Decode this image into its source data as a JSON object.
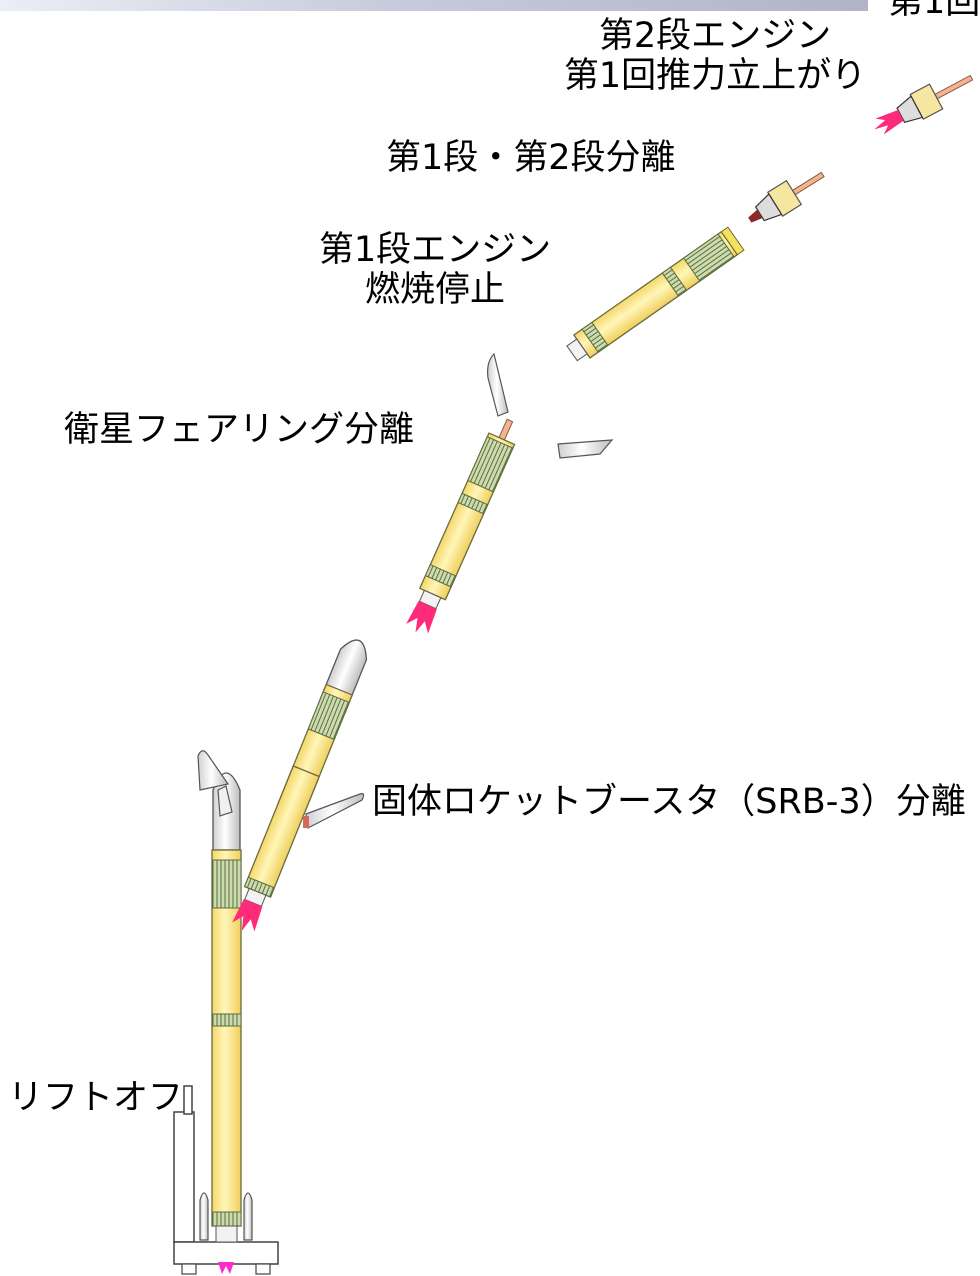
{
  "stages": {
    "clipped_top": "第1回",
    "second_stage_ignition": [
      "第2段エンジン",
      "第1回推力立上がり"
    ],
    "stage_separation": "第1段・第2段分離",
    "first_stage_cutoff": [
      "第1段エンジン",
      "燃焼停止"
    ],
    "fairing_separation": "衛星フェアリング分離",
    "srb_separation": "固体ロケットブースタ（SRB-3）分離",
    "liftoff": "リフトオフ"
  },
  "colors": {
    "body": "#fbe98a",
    "body_stroke": "#6b6b3a",
    "band": "#c7d6a6",
    "band_line": "#5a6b3a",
    "fairing": "#e8e8e8",
    "flame": "#ff2a7a",
    "tower": "#ffffff"
  }
}
